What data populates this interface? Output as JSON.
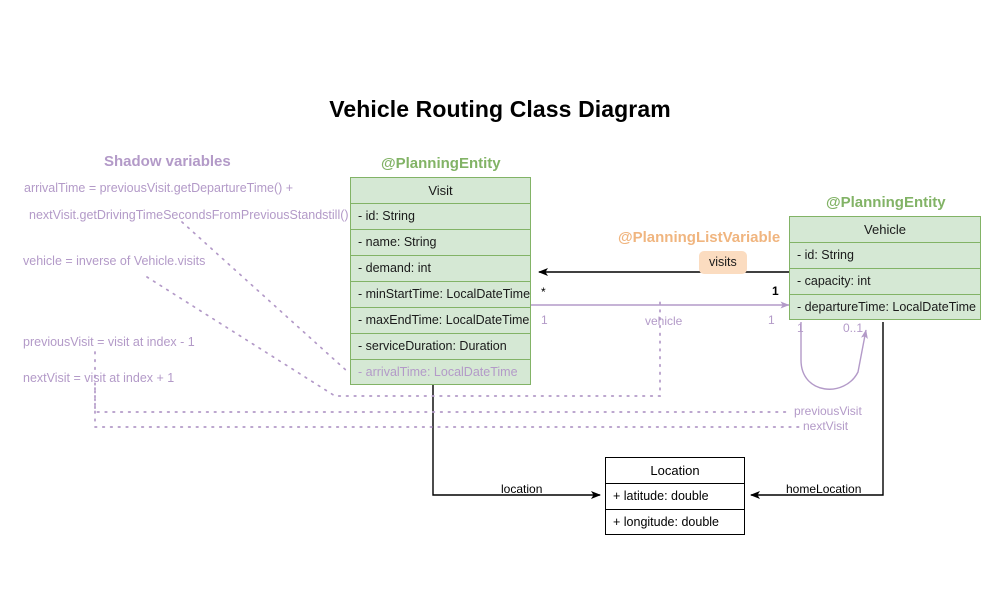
{
  "title": "Vehicle Routing Class Diagram",
  "colors": {
    "entity_fill": "#d5e8d4",
    "entity_border": "#82b366",
    "shadow_purple": "#b39ac8",
    "list_variable_orange": "#f0b57f",
    "chip_fill": "#fbdcc0",
    "plain_line": "#000000"
  },
  "stereotypes": {
    "visit": "@PlanningEntity",
    "vehicle": "@PlanningEntity",
    "list_variable": "@PlanningListVariable",
    "shadow": "Shadow variables"
  },
  "classes": {
    "visit": {
      "name": "Visit",
      "attributes": [
        "- id: String",
        "- name: String",
        "- demand: int",
        "- minStartTime: LocalDateTime",
        "- maxEndTime: LocalDateTime",
        "- serviceDuration: Duration",
        "- arrivalTime: LocalDateTime"
      ],
      "shadow_attribute_index": 6
    },
    "vehicle": {
      "name": "Vehicle",
      "attributes": [
        "- id: String",
        "- capacity: int",
        "- departureTime: LocalDateTime"
      ]
    },
    "location": {
      "name": "Location",
      "attributes": [
        "+ latitude: double",
        "+ longitude: double"
      ]
    }
  },
  "shadow_notes": [
    "arrivalTime = previousVisit.getDepartureTime() +",
    "nextVisit.getDrivingTimeSecondsFromPreviousStandstill()",
    "vehicle = inverse of Vehicle.visits",
    "previousVisit = visit at index - 1",
    "nextVisit = visit at index + 1"
  ],
  "edges": {
    "visits": {
      "label": "visits",
      "source_mult": "1",
      "target_mult": "*"
    },
    "vehicle": {
      "label": "vehicle",
      "source_mult": "1",
      "target_mult": "1"
    },
    "previous_visit": {
      "label": "previousVisit",
      "source_mult": "1",
      "target_mult": "0..1"
    },
    "next_visit": {
      "label": "nextVisit"
    },
    "location": {
      "label": "location"
    },
    "home_location": {
      "label": "homeLocation"
    }
  }
}
